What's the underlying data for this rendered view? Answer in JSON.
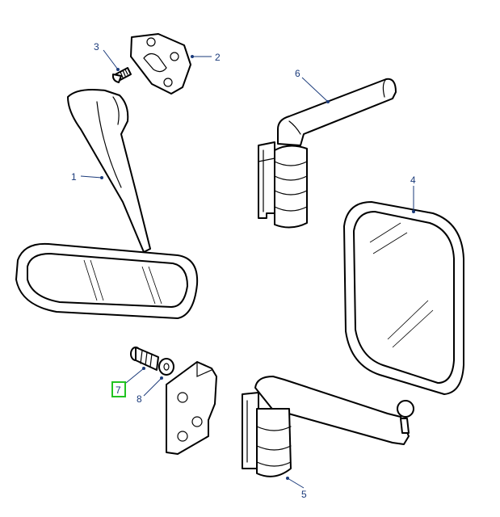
{
  "diagram": {
    "callouts": {
      "c1": "1",
      "c2": "2",
      "c3": "3",
      "c4": "4",
      "c5": "5",
      "c6": "6",
      "c7": "7",
      "c8": "8"
    },
    "selected_callout": "7",
    "colors": {
      "callout_text": "#1a3a7a",
      "selection_box": "#21c321",
      "line_art": "#000000"
    }
  }
}
